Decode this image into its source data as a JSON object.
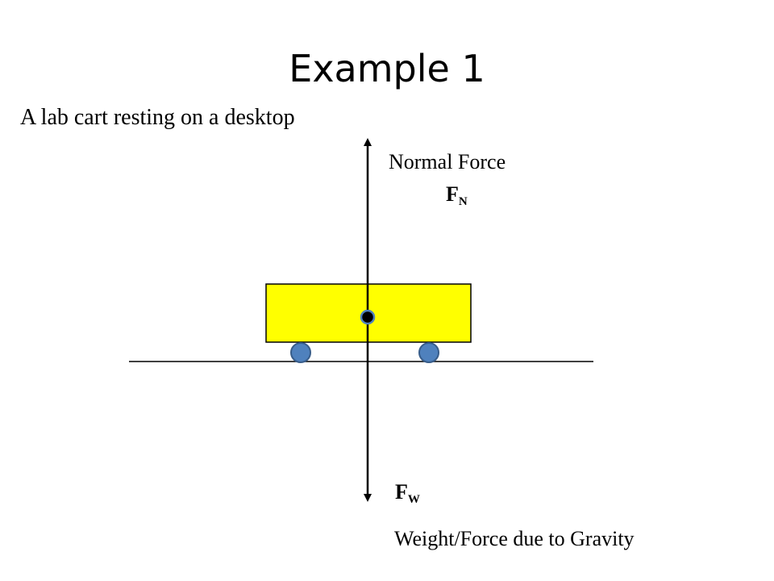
{
  "slide": {
    "title": "Example 1",
    "subtitle": "A lab cart resting on a desktop"
  },
  "forces": {
    "normal": {
      "name": "Normal Force",
      "symbol": "F",
      "subscript": "N"
    },
    "weight": {
      "symbol": "F",
      "subscript": "W",
      "name": "Weight/Force due to Gravity"
    }
  },
  "colors": {
    "cart_fill": "#ffff00",
    "wheel_fill": "#4f81bd",
    "wheel_stroke": "#385d8a",
    "center_dot_fill": "#000000",
    "center_dot_stroke": "#4f81bd",
    "line": "#000000"
  }
}
